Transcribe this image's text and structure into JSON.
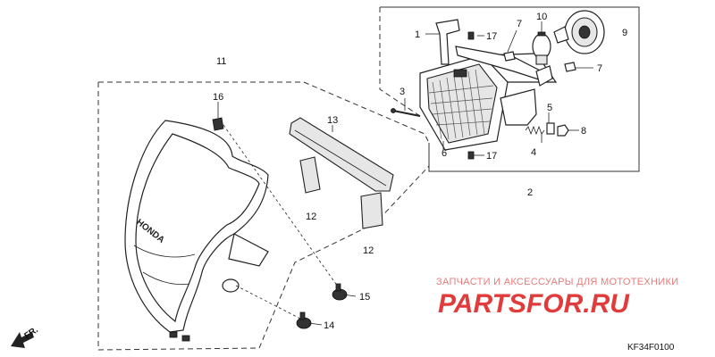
{
  "labels": {
    "p1": "1",
    "p2": "2",
    "p3": "3",
    "p4": "4",
    "p5": "5",
    "p6": "6",
    "p7a": "7",
    "p7b": "7",
    "p8": "8",
    "p9": "9",
    "p10": "10",
    "p11": "11",
    "p12a": "12",
    "p12b": "12",
    "p13": "13",
    "p14": "14",
    "p15": "15",
    "p16": "16",
    "p17a": "17",
    "p17b": "17"
  },
  "cowl_lettering": "HONDA",
  "watermark": {
    "caption": "ЗАПЧАСТИ И АКСЕССУАРЫ ДЛЯ МОТОТЕХНИКИ",
    "logo": "PARTSFOR.RU",
    "color": "#e23b3b"
  },
  "direction_marker": "FR.",
  "diagram_code": "KF34F0100"
}
